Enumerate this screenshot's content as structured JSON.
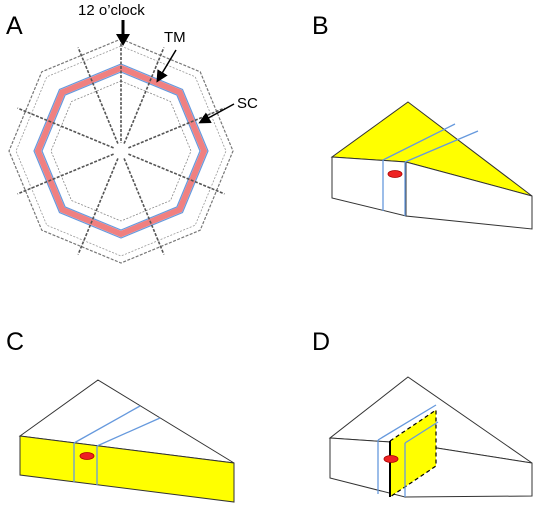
{
  "panels": [
    {
      "id": "A",
      "label": "A",
      "caption": ""
    },
    {
      "id": "B",
      "label": "B",
      "caption": ""
    },
    {
      "id": "C",
      "label": "C",
      "caption": ""
    },
    {
      "id": "D",
      "label": "D",
      "caption": ""
    }
  ],
  "annotations": {
    "clock_label": "12 o’clock",
    "tm_label": "TM",
    "sc_label": "SC"
  },
  "colors": {
    "cut_face": "#ffff00",
    "trabecular_meshwork": "#f08080",
    "schlemm_canal": "#6699dd",
    "outline": "#333333",
    "marker_fill": "#ee2222"
  },
  "octagon_segments": 8
}
